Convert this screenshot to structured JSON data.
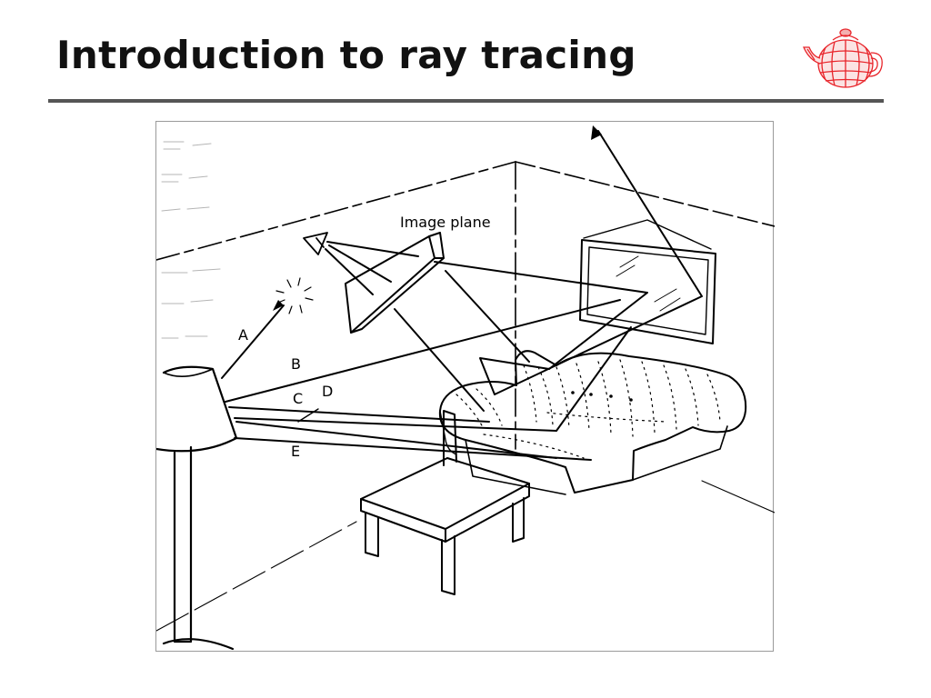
{
  "slide": {
    "title": "Introduction to ray tracing"
  },
  "figure": {
    "image_plane_label": "Image plane",
    "ray_labels": {
      "a": "A",
      "b": "B",
      "c": "C",
      "d": "D",
      "e": "E"
    }
  },
  "colors": {
    "title": "#111111",
    "rule": "#555555",
    "logo": "#e8242a",
    "ink": "#000000"
  }
}
